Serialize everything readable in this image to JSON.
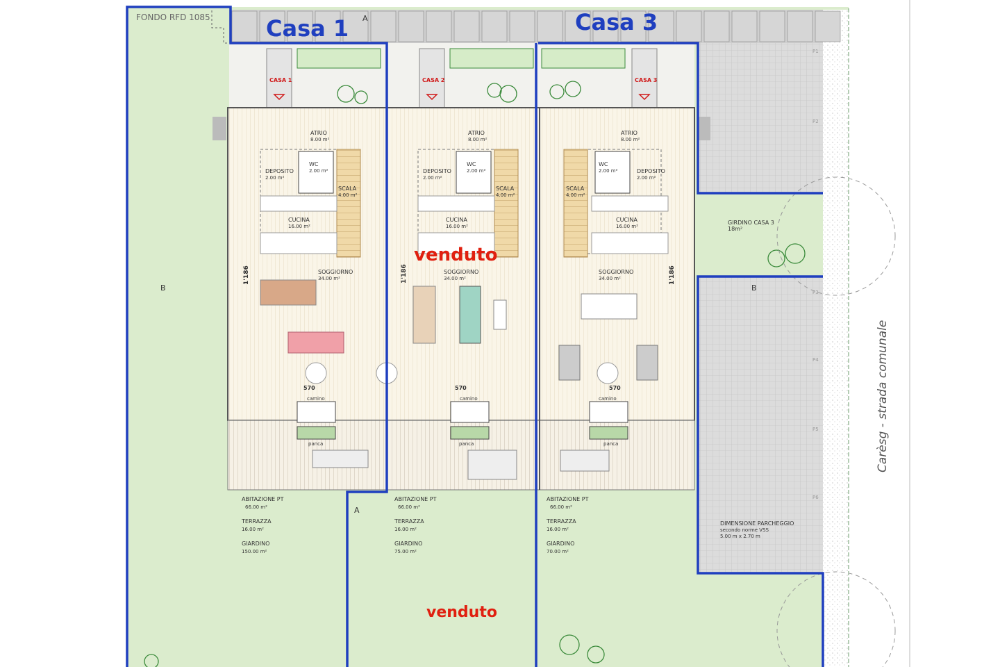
{
  "plan": {
    "plot_label": "FONDO RFD 1085",
    "road_label": "Carèsg - strada comunale",
    "section_markers": [
      "A",
      "B"
    ],
    "sold_label": "venduto",
    "colors": {
      "boundary": "#1f3fbf",
      "sold": "#e02010",
      "garden": "#dbeccd",
      "floor": "#faf5e8",
      "parking": "#d8d8d8"
    },
    "houses": [
      {
        "title": "Casa 1",
        "tag": "CASA 1",
        "dim_height": "1'186",
        "dim_width": "570",
        "fireplace": "camino",
        "bench": "panca",
        "rooms": {
          "atrio": [
            "ATRIO",
            "8.00 m²"
          ],
          "wc": [
            "WC",
            "2.00 m²"
          ],
          "deposito": [
            "DEPOSITO",
            "2.00 m²"
          ],
          "scala": [
            "SCALA",
            "4.00 m²"
          ],
          "cucina": [
            "CUCINA",
            "16.00 m²"
          ],
          "soggiorno": [
            "SOGGIORNO",
            "34.00 m²"
          ]
        },
        "summary": [
          [
            "ABITAZIONE PT",
            "66.00 m²"
          ],
          [
            "TERRAZZA",
            "16.00 m²"
          ],
          [
            "GIARDINO",
            "150.00 m²"
          ]
        ]
      },
      {
        "title": "",
        "tag": "CASA 2",
        "dim_height": "1'186",
        "dim_width": "570",
        "fireplace": "camino",
        "bench": "panca",
        "rooms": {
          "atrio": [
            "ATRIO",
            "8.00 m²"
          ],
          "wc": [
            "WC",
            "2.00 m²"
          ],
          "deposito": [
            "DEPOSITO",
            "2.00 m²"
          ],
          "scala": [
            "SCALA",
            "4.00 m²"
          ],
          "cucina": [
            "CUCINA",
            "16.00 m²"
          ],
          "soggiorno": [
            "SOGGIORNO",
            "34.00 m²"
          ]
        },
        "summary": [
          [
            "ABITAZIONE PT",
            "66.00 m²"
          ],
          [
            "TERRAZZA",
            "16.00 m²"
          ],
          [
            "GIARDINO",
            "75.00 m²"
          ]
        ]
      },
      {
        "title": "Casa 3",
        "tag": "CASA 3",
        "dim_height": "1'186",
        "dim_width": "570",
        "fireplace": "camino",
        "bench": "panca",
        "rooms": {
          "atrio": [
            "ATRIO",
            "8.00 m²"
          ],
          "wc": [
            "WC",
            "2.00 m²"
          ],
          "deposito": [
            "DEPOSITO",
            "2.00 m²"
          ],
          "scala": [
            "SCALA",
            "4.00 m²"
          ],
          "cucina": [
            "CUCINA",
            "16.00 m²"
          ],
          "soggiorno": [
            "SOGGIORNO",
            "34.00 m²"
          ]
        },
        "summary": [
          [
            "ABITAZIONE PT",
            "66.00 m²"
          ],
          [
            "TERRAZZA",
            "16.00 m²"
          ],
          [
            "GIARDINO",
            "70.00 m²"
          ]
        ]
      }
    ],
    "garden_casa3": [
      "GIRDINO CASA 3",
      "18m²"
    ],
    "parking": [
      "DIMENSIONE PARCHEGGIO",
      "secondo norme VSS",
      "5.00 m x 2.70 m"
    ],
    "parking_numbers": [
      "P1",
      "P2",
      "P3",
      "P4",
      "P5",
      "P6"
    ]
  }
}
